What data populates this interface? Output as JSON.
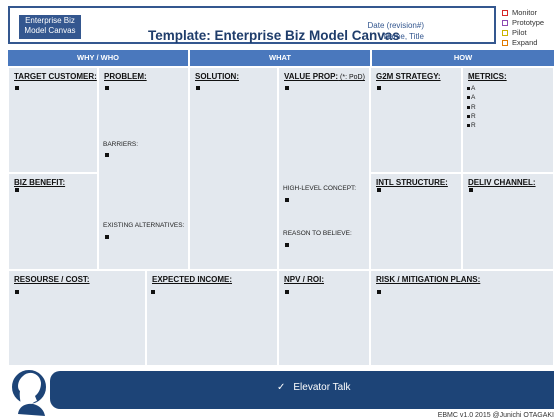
{
  "header": {
    "badge_line1": "Enterprise Biz",
    "badge_line2": "Model Canvas",
    "title": "Template: Enterprise Biz Model Canvas",
    "date_label": "Date (revision#)",
    "name_label": "Name, Title"
  },
  "legend": [
    {
      "label": "Monitor",
      "color": "#d62728"
    },
    {
      "label": "Prototype",
      "color": "#8b4ab5"
    },
    {
      "label": "Pilot",
      "color": "#c9b400"
    },
    {
      "label": "Expand",
      "color": "#e07b00"
    }
  ],
  "sections": {
    "why_who": "WHY / WHO",
    "what": "WHAT",
    "how": "HOW"
  },
  "cells": {
    "target_customer": "TARGET CUSTOMER:",
    "problem": "PROBLEM:",
    "barriers": "BARRIERS:",
    "existing_alternatives": "EXISTING ALTERNATIVES:",
    "solution": "SOLUTION:",
    "value_prop": "VALUE PROP:",
    "value_prop_note": " (*: PoD)",
    "high_level_concept": "HIGH-LEVEL CONCEPT:",
    "reason_to_believe": "REASON TO BELIEVE:",
    "g2m_strategy": "G2M STRATEGY:",
    "metrics": "METRICS:",
    "metrics_items": [
      "A",
      "A",
      "R",
      "R",
      "R"
    ],
    "biz_benefit": "BIZ BENEFIT:",
    "intl_structure": "INTL STRUCTURE:",
    "deliv_channel": "DELIV CHANNEL:",
    "resourse_cost": "RESOURSE / COST:",
    "expected_income": "EXPECTED INCOME:",
    "npv_roi": "NPV / ROI:",
    "risk_mitigation": "RISK / MITIGATION PLANS:"
  },
  "elevator": {
    "label": "Elevator Talk",
    "icon": "check-icon"
  },
  "footer": "EBMC v1.0 2015 @Junichi OTAGAKI",
  "colors": {
    "header_blue": "#4a78bd",
    "cell_fill": "#e3e8ee",
    "elevator_fill": "#1d4477"
  }
}
